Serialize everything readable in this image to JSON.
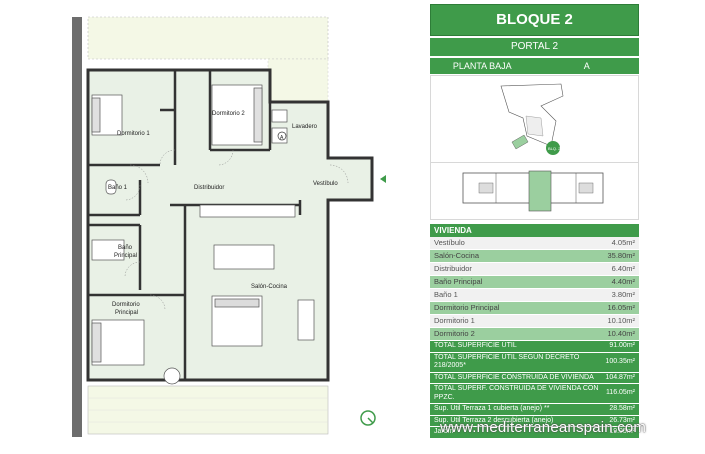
{
  "header": {
    "title": "BLOQUE 2",
    "portal": "PORTAL 2",
    "planta": "PLANTA BAJA",
    "letter": "A"
  },
  "map": {
    "marker_label": "BLQ. 2"
  },
  "table": {
    "section": "VIVIENDA",
    "rows": [
      {
        "label": "Vestíbulo",
        "value": "4.05m²"
      },
      {
        "label": "Salón-Cocina",
        "value": "35.80m²"
      },
      {
        "label": "Distribuidor",
        "value": "6.40m²"
      },
      {
        "label": "Baño Principal",
        "value": "4.40m²"
      },
      {
        "label": "Baño 1",
        "value": "3.80m²"
      },
      {
        "label": "Dormitorio Principal",
        "value": "16.05m²"
      },
      {
        "label": "Dormitorio 1",
        "value": "10.10m²"
      },
      {
        "label": "Dormitorio 2",
        "value": "10.40m²"
      }
    ],
    "totals": [
      {
        "label": "TOTAL SUPERFICIE ÚTIL",
        "value": "91.00m²"
      },
      {
        "label": "TOTAL SUPERFICIE ÚTIL SEGÚN DECRETO 218/2005*",
        "value": "100.35m²"
      },
      {
        "label": "TOTAL SUPERFICIE CONSTRUIDA DE VIVIENDA",
        "value": "104.87m²"
      },
      {
        "label": "TOTAL SUPERF. CONSTRUIDA DE VIVIENDA CON PPZC.",
        "value": "116.05m²"
      },
      {
        "label": "Sup. Útil Terraza 1 cubierta (anejo) **",
        "value": "28.58m²"
      },
      {
        "label": "Sup. Útil Terraza 2 descubierta (anejo)",
        "value": "26.73m²"
      },
      {
        "label": "Jardín",
        "value": "19.95m²"
      }
    ]
  },
  "plan": {
    "rooms": {
      "dormitorio1": "Dormitorio 1",
      "dormitorio2": "Dormitorio 2",
      "lavadero": "Lavadero",
      "lavadero_mark": "A",
      "distribuidor": "Distribuidor",
      "vestibulo": "Vestíbulo",
      "bano1": "Baño 1",
      "bano_principal_1": "Baño",
      "bano_principal_2": "Principal",
      "salon_cocina": "Salón-Cocina",
      "dorm_principal_1": "Dormitorio",
      "dorm_principal_2": "Principal"
    }
  },
  "watermark": "www.mediterraneanspain.com",
  "colors": {
    "accent": "#3f9b4a",
    "light_green": "#9bcf9f",
    "floor_tint": "#e9f1e6",
    "terrace": "#f3f7e6"
  }
}
